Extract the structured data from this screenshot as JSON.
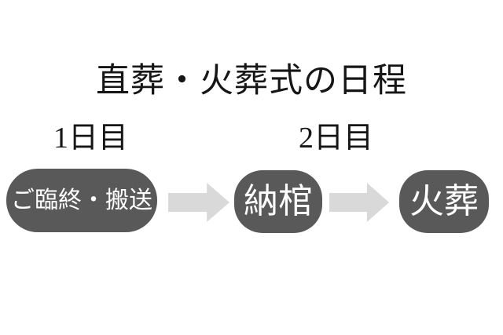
{
  "title": "直葬・火葬式の日程",
  "day_labels": [
    {
      "label": "1日目"
    },
    {
      "label": "2日目"
    }
  ],
  "flow": {
    "steps": [
      {
        "label": "ご臨終・搬送"
      },
      {
        "label": "納棺"
      },
      {
        "label": "火葬"
      }
    ],
    "arrows": [
      {
        "icon": "right-block-arrow-icon"
      },
      {
        "icon": "right-block-arrow-icon"
      }
    ]
  },
  "colors": {
    "background": "#ffffff",
    "step_fill": "#595959",
    "step_text": "#ffffff",
    "arrow_fill": "#d9d9d9",
    "heading_text": "#161616"
  }
}
